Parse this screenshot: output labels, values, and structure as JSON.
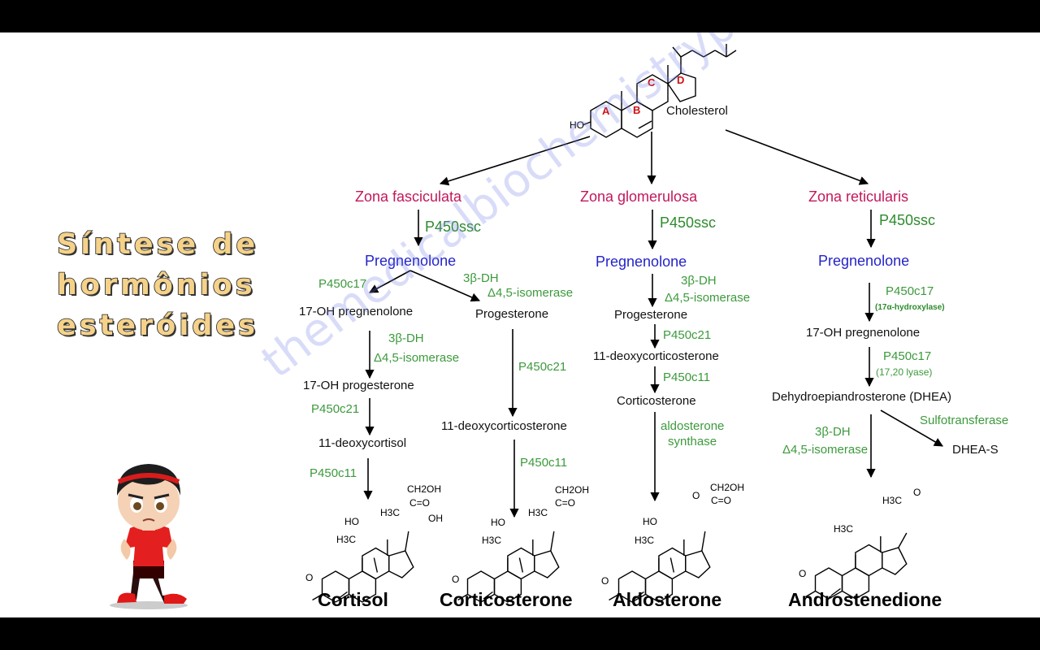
{
  "slide_title": [
    "Síntese de",
    "hormônios",
    "esteróides"
  ],
  "watermark": "themedicalbiochemistrypage.org",
  "diagram": {
    "precursor": "Cholesterol",
    "ring_labels": [
      "A",
      "B",
      "C",
      "D"
    ],
    "ho_label": "HO",
    "zones": [
      {
        "name": "Zona fasciculata",
        "p450ssc": "P450ssc",
        "pregnenolone": "Pregnenolone",
        "enzymes": [
          "P450c17",
          "3β-DH",
          "Δ4,5-isomerase",
          "3β-DH",
          "Δ4,5-isomerase",
          "P450c21",
          "P450c21",
          "P450c11",
          "P450c11"
        ],
        "metabolites": [
          "17-OH pregnenolone",
          "Progesterone",
          "17-OH progesterone",
          "11-deoxycortisol",
          "11-deoxycorticosterone"
        ],
        "products": [
          "Cortisol",
          "Corticosterone"
        ]
      },
      {
        "name": "Zona glomerulosa",
        "p450ssc": "P450ssc",
        "pregnenolone": "Pregnenolone",
        "enzymes": [
          "3β-DH",
          "Δ4,5-isomerase",
          "P450c21",
          "P450c11",
          "aldosterone",
          "synthase"
        ],
        "metabolites": [
          "Progesterone",
          "11-deoxycorticosterone",
          "Corticosterone"
        ],
        "products": [
          "Aldosterone"
        ]
      },
      {
        "name": "Zona reticularis",
        "p450ssc": "P450ssc",
        "pregnenolone": "Pregnenolone",
        "enzymes": [
          "P450c17",
          "(17α-hydroxylase)",
          "P450c17",
          "(17,20 lyase)",
          "Sulfotransferase",
          "3β-DH",
          "Δ4,5-isomerase"
        ],
        "metabolites": [
          "17-OH pregnenolone",
          "Dehydroepiandrosterone (DHEA)",
          "DHEA-S"
        ],
        "products": [
          "Androstenedione"
        ]
      }
    ],
    "atoms": {
      "ch2oh": "CH2OH",
      "co": "C=O",
      "oh": "OH",
      "ho": "HO",
      "h3c": "H3C",
      "o": "O"
    }
  },
  "colors": {
    "zone": "#c2185b",
    "enzyme": "#3c9a3c",
    "pregnenolone": "#2424c8",
    "ring_label": "#d01010"
  }
}
